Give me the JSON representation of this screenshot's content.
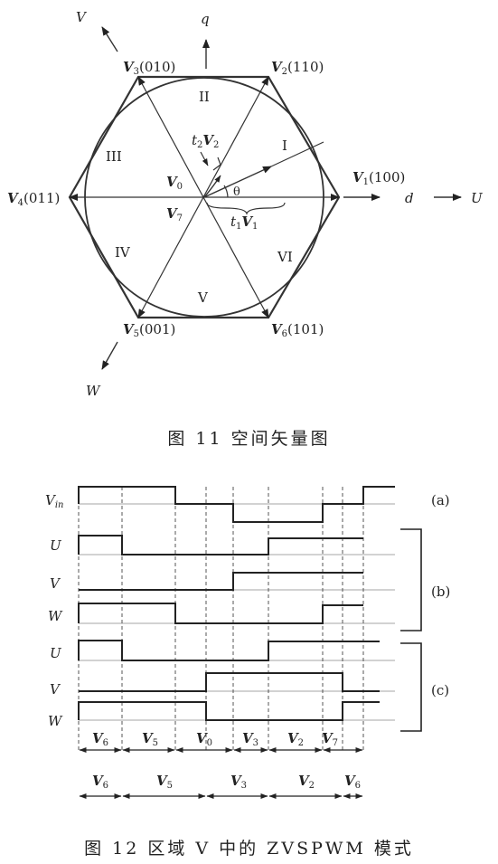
{
  "figure11": {
    "caption": "图 11    空间矢量图",
    "axis_q": "q",
    "axis_d": "d",
    "axis_U": "U",
    "axis_V": "V",
    "axis_W": "W",
    "vectors": {
      "v1": {
        "name": "V",
        "sub": "1",
        "code": "(100)"
      },
      "v2": {
        "name": "V",
        "sub": "2",
        "code": "(110)"
      },
      "v3": {
        "name": "V",
        "sub": "3",
        "code": "(010)"
      },
      "v4": {
        "name": "V",
        "sub": "4",
        "code": "(011)"
      },
      "v5": {
        "name": "V",
        "sub": "5",
        "code": "(001)"
      },
      "v6": {
        "name": "V",
        "sub": "6",
        "code": "(101)"
      },
      "v0": {
        "name": "V",
        "sub": "0"
      },
      "v7": {
        "name": "V",
        "sub": "7"
      }
    },
    "sectors": [
      "I",
      "II",
      "III",
      "IV",
      "V",
      "VI"
    ],
    "angle_label": "θ",
    "t1_label": "t",
    "t1_sub": "1",
    "t1_vec": "V",
    "t1_vec_sub": "1",
    "t2_label": "t",
    "t2_sub": "2",
    "t2_vec": "V",
    "t2_vec_sub": "2"
  },
  "figure12": {
    "caption": "图 12    区域 V 中的 ZVSPWM 模式",
    "rows": [
      {
        "label": "V",
        "sub": "in"
      },
      {
        "label": "U"
      },
      {
        "label": "V"
      },
      {
        "label": "W"
      },
      {
        "label": "U"
      },
      {
        "label": "V"
      },
      {
        "label": "W"
      }
    ],
    "groups": [
      "(a)",
      "(b)",
      "(c)"
    ],
    "seq_top": [
      {
        "name": "V",
        "sub": "6"
      },
      {
        "name": "V",
        "sub": "5"
      },
      {
        "name": "V",
        "sub": "0"
      },
      {
        "name": "V",
        "sub": "3"
      },
      {
        "name": "V",
        "sub": "2"
      },
      {
        "name": "V",
        "sub": "7"
      }
    ],
    "seq_bottom": [
      {
        "name": "V",
        "sub": "6"
      },
      {
        "name": "V",
        "sub": "5"
      },
      {
        "name": "V",
        "sub": "3"
      },
      {
        "name": "V",
        "sub": "2"
      },
      {
        "name": "V",
        "sub": "6"
      }
    ]
  }
}
